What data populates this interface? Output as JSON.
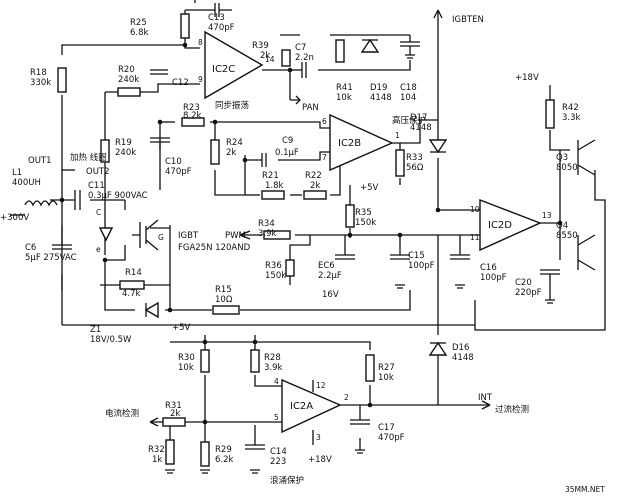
{
  "title": "",
  "watermark": "35MM.NET",
  "nets": {
    "igbten": "IGBTEN",
    "plus18v": "+18V",
    "plus300v": "+300V",
    "plus5v_a": "+5V",
    "plus5v_b": "+5V",
    "plus18v_b": "+18V",
    "pan": "PAN",
    "pwm": "PWM",
    "int": "INT",
    "v16": "16V"
  },
  "labels": {
    "sync_osc": "同步振荡",
    "hv_protect": "高压保护",
    "heating_coil": "加热\n线圈",
    "current_detect": "电流检测",
    "overcurrent_detect": "过流检测",
    "surge_protect": "浪涌保护",
    "out1": "OUT1",
    "out2": "OUT2"
  },
  "ics": {
    "ic2c": "IC2C",
    "ic2b": "IC2B",
    "ic2a": "IC2A",
    "ic2d": "IC2D"
  },
  "components": {
    "c13": [
      "C13",
      "470pF"
    ],
    "r25": [
      "R25",
      "6.8k"
    ],
    "r39": [
      "R39",
      "2k"
    ],
    "c7": [
      "C7",
      "2.2n"
    ],
    "r41": [
      "R41",
      "10k"
    ],
    "d19": [
      "D19",
      "4148"
    ],
    "c18": [
      "C18",
      "104"
    ],
    "r18": [
      "R18",
      "330k"
    ],
    "r20": [
      "R20",
      "240k"
    ],
    "c12": [
      "C12",
      ""
    ],
    "r23": [
      "R23",
      "8.2k"
    ],
    "r19": [
      "R19",
      "240k"
    ],
    "r24": [
      "R24",
      "2k"
    ],
    "c9": [
      "C9",
      "0.1μF"
    ],
    "c10": [
      "C10",
      "470pF"
    ],
    "r21": [
      "R21",
      "1.8k"
    ],
    "r22": [
      "R22",
      "2k"
    ],
    "r33": [
      "R33",
      "56Ω"
    ],
    "d17": [
      "D17",
      "4148"
    ],
    "l1": [
      "L1",
      "400UH"
    ],
    "c11": [
      "C11",
      "0.3μF\n900VAC"
    ],
    "c6": [
      "C6",
      "5μF\n275VAC"
    ],
    "q_igbt": [
      "IGBT",
      "FGA25N\n120AND"
    ],
    "r34": [
      "R34",
      "3.9k"
    ],
    "r35": [
      "R35",
      "150k"
    ],
    "r36": [
      "R36",
      "150k"
    ],
    "ec6": [
      "EC6",
      "2.2μF"
    ],
    "c15": [
      "C15",
      "100pF"
    ],
    "c16": [
      "C16",
      "100pF"
    ],
    "r14": [
      "R14",
      "4.7k"
    ],
    "r15": [
      "R15",
      "10Ω"
    ],
    "z1": [
      "Z1",
      "18V/0.5W"
    ],
    "r42": [
      "R42",
      "3.3k"
    ],
    "q3": [
      "Q3",
      "8050"
    ],
    "q4": [
      "Q4",
      "8550"
    ],
    "c20": [
      "C20",
      "220pF"
    ],
    "d16": [
      "D16",
      "4148"
    ],
    "r30": [
      "R30",
      "10k"
    ],
    "r28": [
      "R28",
      "3.9k"
    ],
    "r27": [
      "R27",
      "10k"
    ],
    "r31": [
      "R31",
      "2k"
    ],
    "r32": [
      "R32",
      "1k"
    ],
    "r29": [
      "R29",
      "6.2k"
    ],
    "c14": [
      "C14",
      "223"
    ],
    "c17": [
      "C17",
      "470pF"
    ]
  },
  "pins": {
    "ic2c_in_p": "8",
    "ic2c_in_n": "9",
    "ic2c_out": "14",
    "ic2b_in_p": "6",
    "ic2b_in_n": "7",
    "ic2b_out": "1",
    "ic2d_in_p": "10",
    "ic2d_in_n": "11",
    "ic2d_out": "13",
    "ic2a_in_p": "4",
    "ic2a_in_n": "5",
    "ic2a_out": "2",
    "ic2a_vcc": "12",
    "ic2a_gnd": "3",
    "q_c": "C",
    "q_e": "e",
    "q_g": "G"
  }
}
